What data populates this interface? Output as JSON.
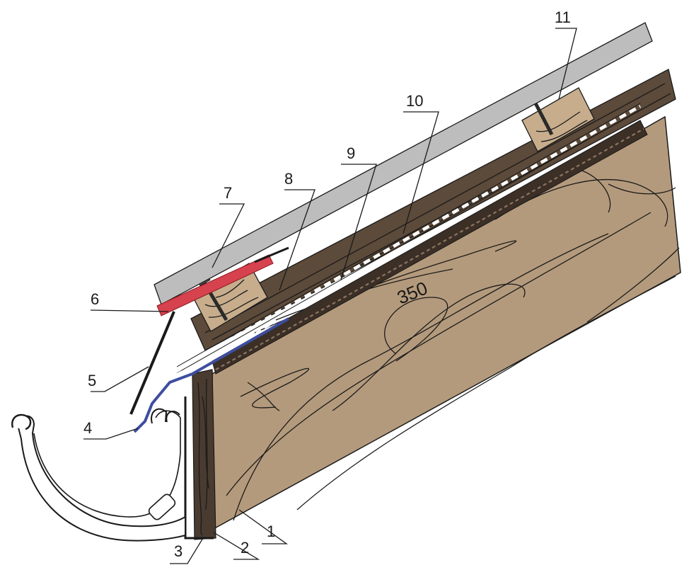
{
  "callouts": [
    {
      "id": "1",
      "label": "1"
    },
    {
      "id": "2",
      "label": "2"
    },
    {
      "id": "3",
      "label": "3"
    },
    {
      "id": "4",
      "label": "4"
    },
    {
      "id": "5",
      "label": "5"
    },
    {
      "id": "6",
      "label": "6"
    },
    {
      "id": "7",
      "label": "7"
    },
    {
      "id": "8",
      "label": "8"
    },
    {
      "id": "9",
      "label": "9"
    },
    {
      "id": "10",
      "label": "10"
    },
    {
      "id": "11",
      "label": "11"
    }
  ],
  "dimension": {
    "value": "350"
  },
  "colors": {
    "rafter": "#b49a7c",
    "sheathing": "#5c4a3a",
    "batten": "#c7ad8c",
    "metal_sheet": "#bdbdbd",
    "drip_edge": "#d6424e",
    "membrane": "#3d4ea0",
    "gutter": "#ffffff",
    "outline": "#1a1a1a"
  }
}
